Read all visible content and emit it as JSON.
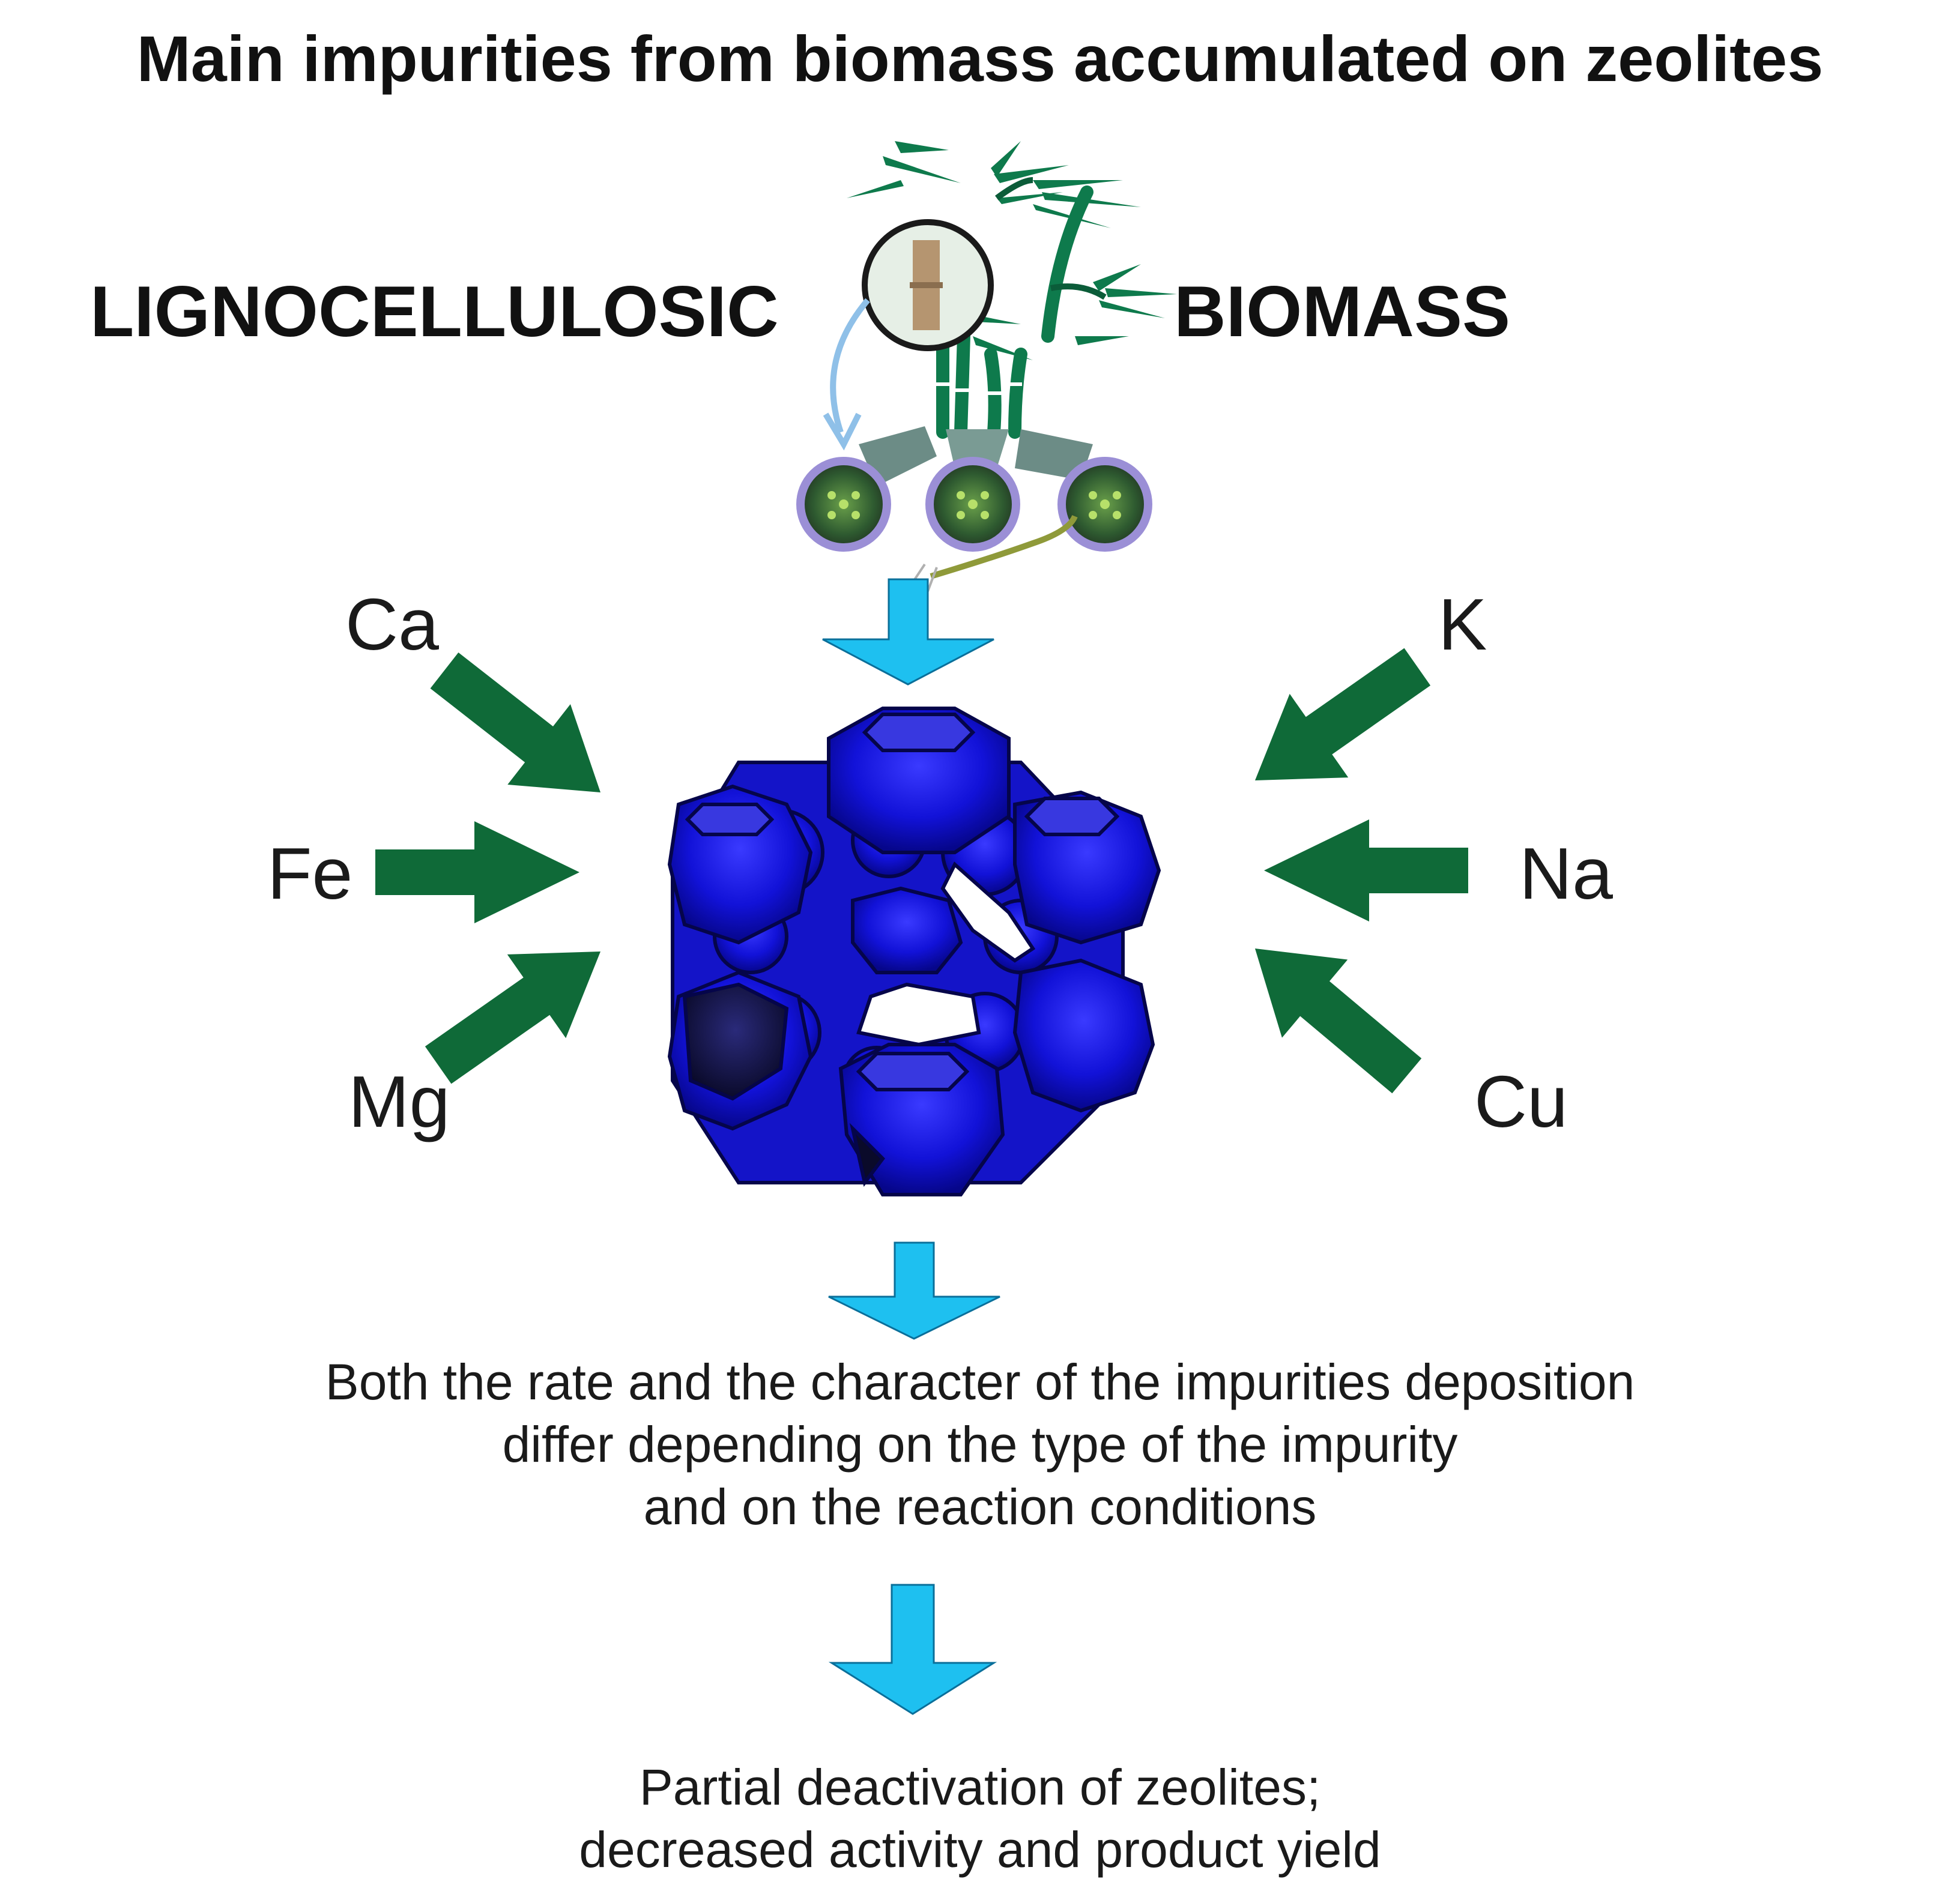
{
  "title": "Main impurities from biomass accumulated on zeolites",
  "biomass": {
    "label_left": "LIGNOCELLULOSIC",
    "label_right": "BIOMASS"
  },
  "impurities_left": [
    "Ca",
    "Fe",
    "Mg"
  ],
  "impurities_right": [
    "K",
    "Na",
    "Cu"
  ],
  "caption_1": {
    "line_1": "Both the rate and the character of the impurities deposition",
    "line_2": "differ depending on the type of the impurity",
    "line_3": "and on the reaction conditions"
  },
  "caption_2": {
    "line_1": "Partial deactivation of zeolites;",
    "line_2": "decreased activity and product yield"
  },
  "colors": {
    "flow_arrow": "#1ec0f0",
    "impurity_arrow": "#0f6a38",
    "zeolite": "#1010d8",
    "bamboo": "#0e7a4c"
  },
  "icons": {
    "biomass": "bamboo-plant-icon",
    "zeolite": "zeolite-framework-icon"
  }
}
